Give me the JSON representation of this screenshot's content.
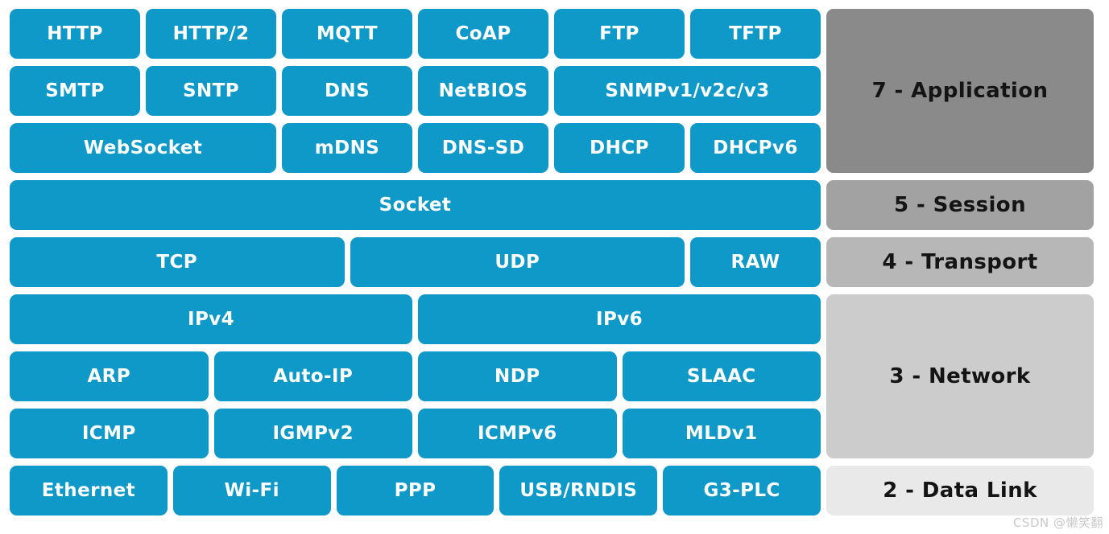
{
  "colors": {
    "background": "#FFFFFF",
    "protocol_box": "#0F99C8",
    "protocol_text": "#FFFFFF",
    "layer_text": "#141414",
    "watermark": "#C9C9C9"
  },
  "watermark": "CSDN @懒笑翻",
  "diagram": {
    "protocol_rows": [
      {
        "cells": [
          {
            "label": "HTTP",
            "w": 1
          },
          {
            "label": "HTTP/2",
            "w": 1
          },
          {
            "label": "MQTT",
            "w": 1
          },
          {
            "label": "CoAP",
            "w": 1
          },
          {
            "label": "FTP",
            "w": 1
          },
          {
            "label": "TFTP",
            "w": 1
          }
        ]
      },
      {
        "cells": [
          {
            "label": "SMTP",
            "w": 1
          },
          {
            "label": "SNTP",
            "w": 1
          },
          {
            "label": "DNS",
            "w": 1
          },
          {
            "label": "NetBIOS",
            "w": 1
          },
          {
            "label": "SNMPv1/v2c/v3",
            "w": 2
          }
        ]
      },
      {
        "cells": [
          {
            "label": "WebSocket",
            "w": 2
          },
          {
            "label": "mDNS",
            "w": 1
          },
          {
            "label": "DNS-SD",
            "w": 1
          },
          {
            "label": "DHCP",
            "w": 1
          },
          {
            "label": "DHCPv6",
            "w": 1
          }
        ]
      },
      {
        "cells": [
          {
            "label": "Socket",
            "w": 6
          }
        ]
      },
      {
        "cells": [
          {
            "label": "TCP",
            "w": 2.5
          },
          {
            "label": "UDP",
            "w": 2.5
          },
          {
            "label": "RAW",
            "w": 1
          }
        ]
      },
      {
        "cells": [
          {
            "label": "IPv4",
            "w": 3
          },
          {
            "label": "IPv6",
            "w": 3
          }
        ]
      },
      {
        "cells": [
          {
            "label": "ARP",
            "w": 1.5
          },
          {
            "label": "Auto-IP",
            "w": 1.5
          },
          {
            "label": "NDP",
            "w": 1.5
          },
          {
            "label": "SLAAC",
            "w": 1.5
          }
        ]
      },
      {
        "cells": [
          {
            "label": "ICMP",
            "w": 1.5
          },
          {
            "label": "IGMPv2",
            "w": 1.5
          },
          {
            "label": "ICMPv6",
            "w": 1.5
          },
          {
            "label": "MLDv1",
            "w": 1.5
          }
        ]
      },
      {
        "cells": [
          {
            "label": "Ethernet",
            "w": 1.2
          },
          {
            "label": "Wi-Fi",
            "w": 1.2
          },
          {
            "label": "PPP",
            "w": 1.2
          },
          {
            "label": "USB/RNDIS",
            "w": 1.2
          },
          {
            "label": "G3-PLC",
            "w": 1.2
          }
        ]
      }
    ],
    "osi_layers": [
      {
        "label": "7 - Application",
        "rows": 3,
        "bg": "#8A8A8A"
      },
      {
        "label": "5 - Session",
        "rows": 1,
        "bg": "#A2A2A2"
      },
      {
        "label": "4 - Transport",
        "rows": 1,
        "bg": "#B7B7B7"
      },
      {
        "label": "3 - Network",
        "rows": 3,
        "bg": "#CCCCCC"
      },
      {
        "label": "2 - Data Link",
        "rows": 1,
        "bg": "#E9E9E9"
      }
    ]
  }
}
